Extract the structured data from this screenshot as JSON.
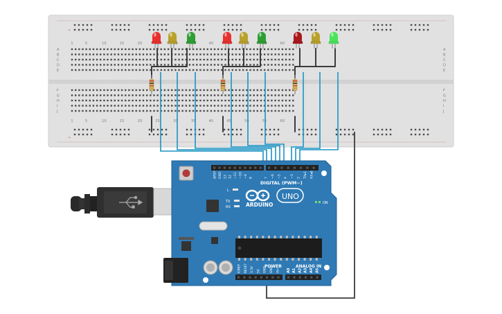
{
  "breadboard": {
    "column_numbers": [
      "1",
      "5",
      "10",
      "15",
      "20",
      "25",
      "30",
      "35",
      "40",
      "45",
      "50",
      "55",
      "60"
    ],
    "row_letters_top": [
      "A",
      "B",
      "C",
      "D",
      "E"
    ],
    "row_letters_bottom": [
      "F",
      "G",
      "H",
      "I",
      "J"
    ]
  },
  "traffic_lights": [
    {
      "lamps": [
        {
          "color": "red",
          "hex": "#e8312f"
        },
        {
          "color": "yellow",
          "hex": "#b9a12c"
        },
        {
          "color": "green",
          "hex": "#2f9e35"
        }
      ]
    },
    {
      "lamps": [
        {
          "color": "red",
          "hex": "#e8312f"
        },
        {
          "color": "yellow",
          "hex": "#b9a12c"
        },
        {
          "color": "green",
          "hex": "#2f9e35"
        }
      ]
    },
    {
      "lamps": [
        {
          "color": "red",
          "hex": "#a8191c"
        },
        {
          "color": "yellow",
          "hex": "#b9a12c"
        },
        {
          "color": "green",
          "hex": "#4be35b"
        }
      ]
    }
  ],
  "wire_colors": {
    "signal": "#1b93c4",
    "ground": "#3b3b3b"
  },
  "arduino": {
    "logo_text": "ARDUINO",
    "model": "UNO",
    "digital_label": "DIGITAL (PWM~)",
    "power_label": "POWER",
    "analog_label": "ANALOG IN",
    "led_labels": [
      "L",
      "TX",
      "RX"
    ],
    "on_label": "ON",
    "digital_pins": [
      "AREF",
      "GND",
      "13",
      "12",
      "~11",
      "~10",
      "~9",
      "8",
      "7",
      "~6",
      "~5",
      "4",
      "~3",
      "2",
      "TX▸1",
      "RX◂0"
    ],
    "power_pins": [
      "IOREF",
      "RESET",
      "3.3V",
      "5V",
      "GND",
      "GND",
      "Vin"
    ],
    "analog_pins": [
      "A0",
      "A1",
      "A2",
      "A3",
      "A4",
      "A5"
    ],
    "board_color": "#2f7ab5"
  }
}
